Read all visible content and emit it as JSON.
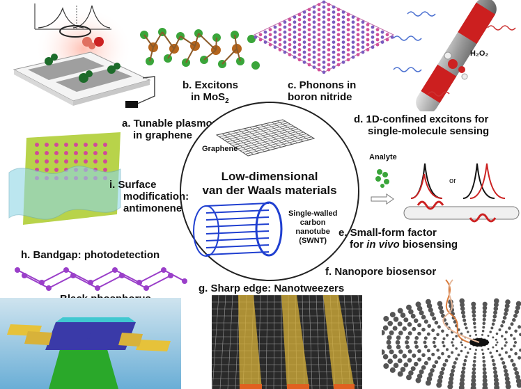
{
  "center": {
    "title_line1": "Low-dimensional",
    "title_line2": "van der Waals materials",
    "graphene_label": "Graphene",
    "swnt_line1": "Single-walled",
    "swnt_line2": "carbon",
    "swnt_line3": "nanotube",
    "swnt_line4": "(SWNT)"
  },
  "panels": {
    "a": {
      "line1": "a. Tunable plasmons",
      "line2": "in graphene"
    },
    "b": {
      "line1": "b. Excitons",
      "line2_prefix": "in MoS",
      "line2_sub": "2"
    },
    "c": {
      "line1": "c. Phonons in",
      "line2": "boron nitride"
    },
    "d": {
      "line1": "d. 1D-confined excitons for",
      "line2": "single-molecule sensing",
      "molecule": "H₂O₂"
    },
    "e": {
      "line1": "e. Small-form factor",
      "line2_prefix": "for ",
      "line2_italic": "in vivo",
      "line2_suffix": " biosensing",
      "analyte": "Analyte",
      "or": "or"
    },
    "f": {
      "line1": "f. Nanopore biosensor"
    },
    "g": {
      "line1": "g. Sharp edge: Nanotweezers"
    },
    "h": {
      "line1": "h. Bandgap: photodetection",
      "sub": "Black phosphorus"
    },
    "i": {
      "line1": "i. Surface",
      "line2": "modification:",
      "line3": "antimonene"
    }
  },
  "colors": {
    "graphene": "#555555",
    "swnt": "#1f3fd0",
    "mos2_mo": "#b5651d",
    "mos2_s": "#3aa53a",
    "bn_b": "#d0509a",
    "bn_n": "#7a5cc0",
    "tube_red": "#cc1f1f",
    "phosphorus": "#9a3fc9",
    "gold": "#d8b23a",
    "substrate_green": "#2aa82a",
    "water": "#8ed6e6",
    "antimonene_plate": "#b8d34a"
  }
}
